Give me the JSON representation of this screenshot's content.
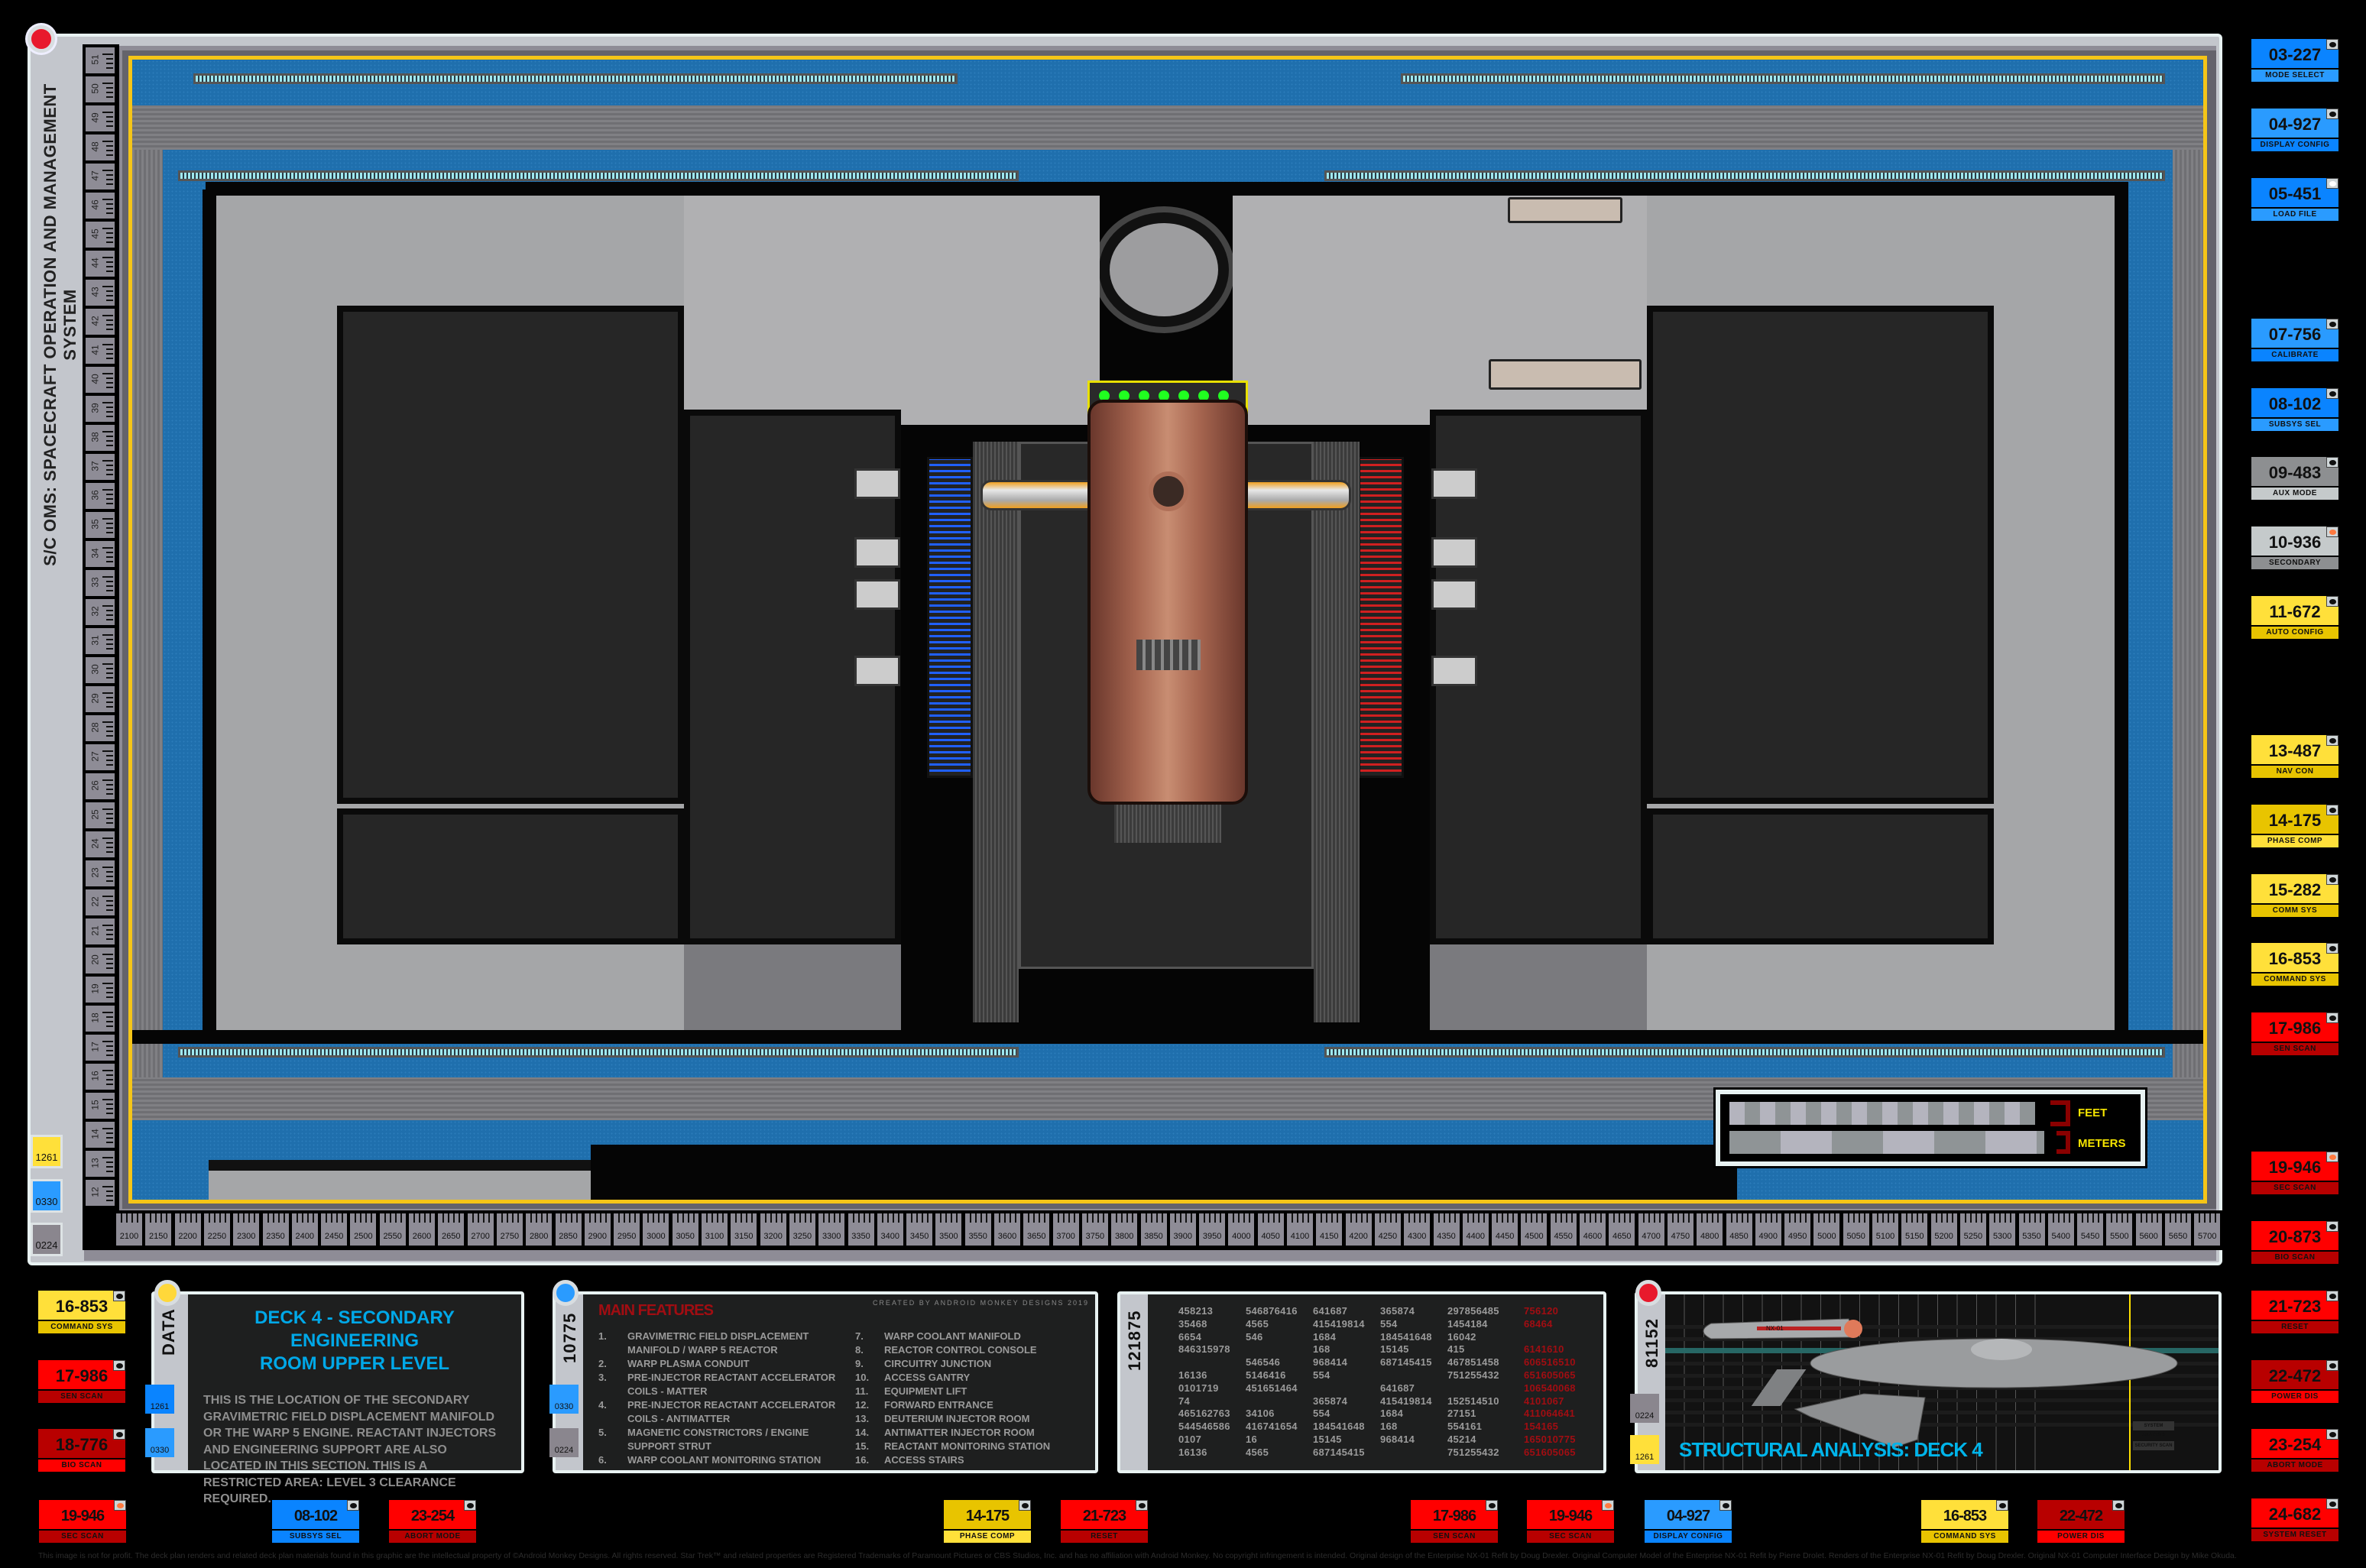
{
  "system_title": "S/C OMS: SPACECRAFT OPERATION AND MANAGEMENT SYSTEM",
  "left_badges": [
    {
      "code": "1261",
      "color": "#ffe03a"
    },
    {
      "code": "0330",
      "color": "#2a9bff"
    },
    {
      "code": "0224",
      "color": "#8a868e"
    }
  ],
  "vertical_ruler": [
    "51",
    "50",
    "49",
    "48",
    "47",
    "46",
    "45",
    "44",
    "43",
    "42",
    "41",
    "40",
    "39",
    "38",
    "37",
    "36",
    "35",
    "34",
    "33",
    "32",
    "31",
    "30",
    "29",
    "28",
    "27",
    "26",
    "25",
    "24",
    "23",
    "22",
    "21",
    "20",
    "19",
    "18",
    "17",
    "16",
    "15",
    "14",
    "13",
    "12"
  ],
  "horizontal_ruler": [
    "2100",
    "2150",
    "2200",
    "2250",
    "2300",
    "2350",
    "2400",
    "2450",
    "2500",
    "2550",
    "2600",
    "2650",
    "2700",
    "2750",
    "2800",
    "2850",
    "2900",
    "2950",
    "3000",
    "3050",
    "3100",
    "3150",
    "3200",
    "3250",
    "3300",
    "3350",
    "3400",
    "3450",
    "3500",
    "3550",
    "3600",
    "3650",
    "3700",
    "3750",
    "3800",
    "3850",
    "3900",
    "3950",
    "4000",
    "4050",
    "4100",
    "4150",
    "4200",
    "4250",
    "4300",
    "4350",
    "4400",
    "4450",
    "4500",
    "4550",
    "4600",
    "4650",
    "4700",
    "4750",
    "4800",
    "4850",
    "4900",
    "4950",
    "5000",
    "5050",
    "5100",
    "5150",
    "5200",
    "5250",
    "5300",
    "5350",
    "5400",
    "5450",
    "5500",
    "5600",
    "5650",
    "5700"
  ],
  "scale_legend": {
    "feet_label": "FEET",
    "meters_label": "METERS"
  },
  "right_buttons": [
    {
      "code": "03-227",
      "label": "MODE SELECT",
      "color": "#0a84ff",
      "label_color": "#2a9bff",
      "led": "#111111"
    },
    {
      "code": "04-927",
      "label": "DISPLAY CONFIG",
      "color": "#2a9bff",
      "label_color": "#0a84ff",
      "led": "#111111"
    },
    {
      "code": "05-451",
      "label": "LOAD FILE",
      "color": "#0a84ff",
      "label_color": "#2a9bff",
      "led": "#ffffff"
    },
    {
      "code": "07-756",
      "label": "CALIBRATE",
      "color": "#2a9bff",
      "label_color": "#0a84ff",
      "led": "#111111"
    },
    {
      "code": "08-102",
      "label": "SUBSYS SEL",
      "color": "#0a84ff",
      "label_color": "#2a9bff",
      "led": "#111111"
    },
    {
      "code": "09-483",
      "label": "AUX MODE",
      "color": "#8d8f91",
      "label_color": "#c5cacb",
      "led": "#111111"
    },
    {
      "code": "10-936",
      "label": "SECONDARY",
      "color": "#c5cacb",
      "label_color": "#8d8f91",
      "led": "#ff7a40"
    },
    {
      "code": "11-672",
      "label": "AUTO CONFIG",
      "color": "#ffe03a",
      "label_color": "#e8c400",
      "led": "#111111"
    },
    {
      "code": "13-487",
      "label": "NAV CON",
      "color": "#ffe03a",
      "label_color": "#e8c400",
      "led": "#111111"
    },
    {
      "code": "14-175",
      "label": "PHASE COMP",
      "color": "#e8c400",
      "label_color": "#ffe03a",
      "led": "#111111"
    },
    {
      "code": "15-282",
      "label": "COMM SYS",
      "color": "#ffe03a",
      "label_color": "#e8c400",
      "led": "#111111"
    },
    {
      "code": "16-853",
      "label": "COMMAND SYS",
      "color": "#ffe03a",
      "label_color": "#e8c400",
      "led": "#111111"
    },
    {
      "code": "17-986",
      "label": "SEN SCAN",
      "color": "#ff0000",
      "label_color": "#b80000",
      "led": "#111111"
    },
    {
      "code": "19-946",
      "label": "SEC SCAN",
      "color": "#ff0000",
      "label_color": "#b80000",
      "led": "#ff7a40"
    },
    {
      "code": "20-873",
      "label": "BIO SCAN",
      "color": "#ff0000",
      "label_color": "#b80000",
      "led": "#111111"
    },
    {
      "code": "21-723",
      "label": "RESET",
      "color": "#ff0000",
      "label_color": "#b80000",
      "led": "#111111"
    },
    {
      "code": "22-472",
      "label": "POWER DIS",
      "color": "#b80000",
      "label_color": "#ff0000",
      "led": "#111111"
    },
    {
      "code": "23-254",
      "label": "ABORT MODE",
      "color": "#ff0000",
      "label_color": "#b80000",
      "led": "#111111"
    },
    {
      "code": "24-682",
      "label": "SYSTEM RESET",
      "color": "#ff0000",
      "label_color": "#b80000",
      "led": "#111111"
    }
  ],
  "left_buttons": [
    {
      "code": "16-853",
      "label": "COMMAND SYS",
      "color": "#ffe03a",
      "label_color": "#e8c400",
      "led": "#111111"
    },
    {
      "code": "17-986",
      "label": "SEN SCAN",
      "color": "#ff0000",
      "label_color": "#b80000",
      "led": "#111111"
    },
    {
      "code": "18-776",
      "label": "BIO SCAN",
      "color": "#b80000",
      "label_color": "#ff0000",
      "led": "#111111"
    }
  ],
  "bottom_buttons": [
    {
      "code": "19-946",
      "label": "SEC SCAN",
      "color": "#ff0000",
      "label_color": "#b80000",
      "led": "#ff7a40"
    },
    {
      "code": "08-102",
      "label": "SUBSYS SEL",
      "color": "#0a84ff",
      "label_color": "#0a84ff",
      "led": "#111111"
    },
    {
      "code": "23-254",
      "label": "ABORT MODE",
      "color": "#ff0000",
      "label_color": "#b80000",
      "led": "#111111"
    },
    {
      "code": "14-175",
      "label": "PHASE COMP",
      "color": "#e8c400",
      "label_color": "#ffe03a",
      "led": "#111111"
    },
    {
      "code": "21-723",
      "label": "RESET",
      "color": "#ff0000",
      "label_color": "#b80000",
      "led": "#111111"
    },
    {
      "code": "17-986",
      "label": "SEN SCAN",
      "color": "#ff0000",
      "label_color": "#b80000",
      "led": "#111111"
    },
    {
      "code": "19-946",
      "label": "SEC SCAN",
      "color": "#ff0000",
      "label_color": "#b80000",
      "led": "#ff7a40"
    },
    {
      "code": "04-927",
      "label": "DISPLAY CONFIG",
      "color": "#2a9bff",
      "label_color": "#0a84ff",
      "led": "#111111"
    },
    {
      "code": "16-853",
      "label": "COMMAND SYS",
      "color": "#ffe03a",
      "label_color": "#e8c400",
      "led": "#111111"
    },
    {
      "code": "22-472",
      "label": "POWER DIS",
      "color": "#b80000",
      "label_color": "#ff0000",
      "led": "#111111"
    }
  ],
  "data_panel": {
    "side_label": "DATA",
    "title_line1": "DECK 4 - SECONDARY ENGINEERING",
    "title_line2": "ROOM  UPPER LEVEL",
    "body": "THIS IS THE LOCATION OF THE SECONDARY GRAVIMETRIC FIELD DISPLACEMENT MANIFOLD OR THE WARP 5 ENGINE. REACTANT INJECTORS AND ENGINEERING SUPPORT ARE ALSO LOCATED IN THIS SECTION. THIS IS A RESTRICTED AREA: LEVEL 3 CLEARANCE REQUIRED.",
    "badges": [
      "1261",
      "0330"
    ]
  },
  "features_panel": {
    "side_label": "10775",
    "title": "MAIN FEATURES",
    "credit": "CREATED BY ANDROID MONKEY DESIGNS 2019",
    "badges": [
      "0330",
      "0224"
    ],
    "items": [
      {
        "n": "1.",
        "text": "GRAVIMETRIC FIELD DISPLACEMENT",
        "text2": "MANIFOLD / WARP 5 REACTOR"
      },
      {
        "n": "2.",
        "text": "WARP PLASMA CONDUIT"
      },
      {
        "n": "3.",
        "text": "PRE-INJECTOR REACTANT ACCELERATOR",
        "text2": "COILS - MATTER"
      },
      {
        "n": "4.",
        "text": "PRE-INJECTOR REACTANT ACCELERATOR",
        "text2": "COILS - ANTIMATTER"
      },
      {
        "n": "5.",
        "text": "MAGNETIC CONSTRICTORS / ENGINE",
        "text2": "SUPPORT STRUT"
      },
      {
        "n": "6.",
        "text": "WARP COOLANT MONITORING STATION"
      },
      {
        "n": "7.",
        "text": "WARP COOLANT MANIFOLD"
      },
      {
        "n": "8.",
        "text": "REACTOR CONTROL CONSOLE"
      },
      {
        "n": "9.",
        "text": "CIRCUITRY JUNCTION"
      },
      {
        "n": "10.",
        "text": "ACCESS GANTRY"
      },
      {
        "n": "11.",
        "text": "EQUIPMENT LIFT"
      },
      {
        "n": "12.",
        "text": "FORWARD ENTRANCE"
      },
      {
        "n": "13.",
        "text": "DEUTERIUM INJECTOR ROOM"
      },
      {
        "n": "14.",
        "text": "ANTIMATTER INJECTOR ROOM"
      },
      {
        "n": "15.",
        "text": "REACTANT MONITORING STATION"
      },
      {
        "n": "16.",
        "text": "ACCESS STAIRS"
      }
    ]
  },
  "numbers_panel": {
    "side_label": "121875",
    "rows": [
      [
        "458213",
        "546876416",
        "641687",
        "365874",
        "297856485",
        "756120"
      ],
      [
        "35468",
        "4565",
        "415419814",
        "554",
        "1454184",
        "68464"
      ],
      [
        "6654",
        "546",
        "1684",
        "184541648",
        "16042",
        ""
      ],
      [
        "846315978",
        "",
        "168",
        "15145",
        "415",
        "6141610"
      ],
      [
        "",
        "546546",
        "968414",
        "687145415",
        "467851458",
        "606516510"
      ],
      [
        "16136",
        "5146416",
        "554",
        "",
        "751255432",
        "651605065"
      ],
      [
        "0101719",
        "451651464",
        "",
        "641687",
        "",
        "106540068"
      ],
      [
        "74",
        "",
        "365874",
        "415419814",
        "152514510",
        "4101067"
      ],
      [
        "465162763",
        "34106",
        "554",
        "1684",
        "27151",
        "411064641"
      ],
      [
        "544546586",
        "416741654",
        "184541648",
        "168",
        "554161",
        "154165"
      ],
      [
        "0107",
        "16",
        "15145",
        "968414",
        "45214",
        "165010775"
      ],
      [
        "16136",
        "4565",
        "687145415",
        "",
        "751255432",
        "651605065"
      ]
    ]
  },
  "structural_panel": {
    "side_label": "81152",
    "badges": [
      "0224",
      "1261"
    ],
    "title": "STRUCTURAL ANALYSIS: DECK 4",
    "ship_registry": "NX-01",
    "btn_system_analysis": "SYSTEM ANALYSIS",
    "btn_security_scan": "SECURITY SCAN"
  },
  "footer": "This image is not for profit. The deck plan renders and related deck plan materials found in this graphic are the intellectual property of ©Android Monkey Designs. All rights reserved. Star Trek™ and related properties are Registered Trademarks of Paramount Pictures or CBS Studios, Inc. and has no affiliation with Android Monkey. No copyright infringement is intended. Original design of the Enterprise NX-01 Refit by Doug Drexler. Original Computer Model of the Enterprise NX-01 Refit by Pierre Drolet. Renders of the Enterprise NX-01 Refit by Doug Drexler. Original NX-01 Computer Interface Design by Mike Okuda.",
  "colors": {
    "accent_blue": "#00a8e8",
    "frame": "#c3c6cc",
    "border_yellow": "#f5c518",
    "title_red": "#a10d12"
  }
}
